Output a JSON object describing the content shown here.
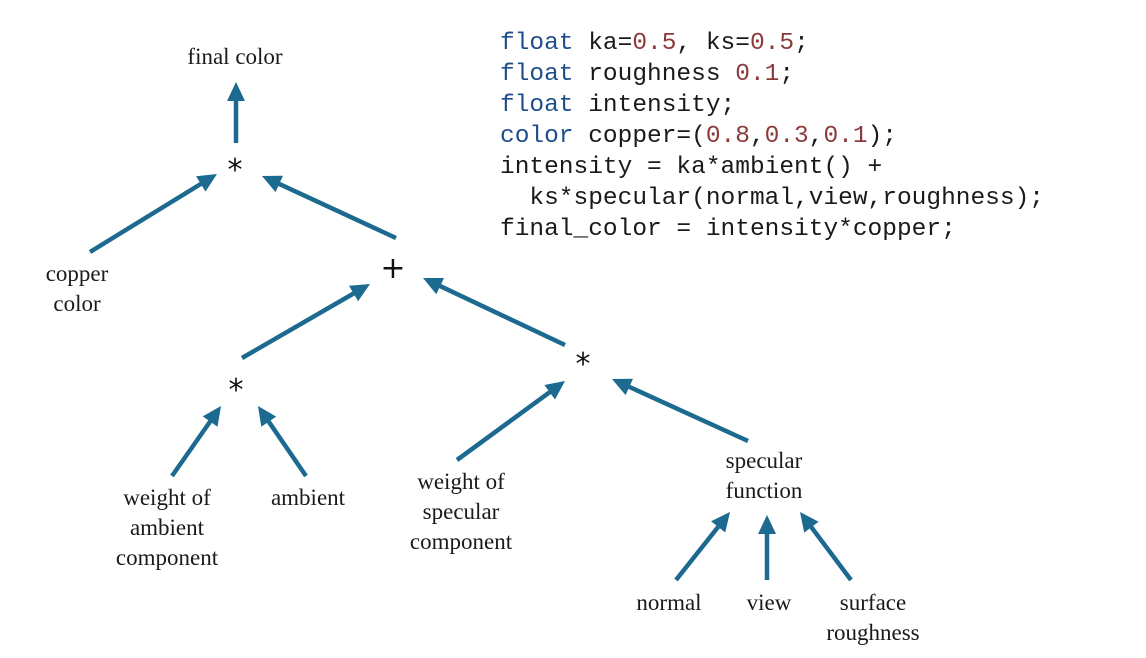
{
  "colors": {
    "arrow": "#1c6a8f",
    "keyword": "#1f4e8c",
    "number": "#8b3a3a",
    "text": "#1a1a1a"
  },
  "tree": {
    "final_color": "final color",
    "copper_color": "copper\ncolor",
    "op_top": "*",
    "op_plus": "+",
    "op_ambient": "*",
    "op_specular": "*",
    "weight_ambient": "weight of\nambient\ncomponent",
    "ambient": "ambient",
    "weight_specular": "weight of\nspecular\ncomponent",
    "specular_function": "specular\nfunction",
    "normal": "normal",
    "view": "view",
    "surface_roughness": "surface\nroughness"
  },
  "code": [
    [
      {
        "t": "float",
        "k": "kw"
      },
      {
        "t": " ka=",
        "k": "tx"
      },
      {
        "t": "0.5",
        "k": "num"
      },
      {
        "t": ", ks=",
        "k": "tx"
      },
      {
        "t": "0.5",
        "k": "num"
      },
      {
        "t": ";",
        "k": "tx"
      }
    ],
    [
      {
        "t": "float",
        "k": "kw"
      },
      {
        "t": " roughness ",
        "k": "tx"
      },
      {
        "t": "0.1",
        "k": "num"
      },
      {
        "t": ";",
        "k": "tx"
      }
    ],
    [
      {
        "t": "float",
        "k": "kw"
      },
      {
        "t": " intensity;",
        "k": "tx"
      }
    ],
    [
      {
        "t": "color",
        "k": "kw"
      },
      {
        "t": " copper=(",
        "k": "tx"
      },
      {
        "t": "0.8",
        "k": "num"
      },
      {
        "t": ",",
        "k": "tx"
      },
      {
        "t": "0.3",
        "k": "num"
      },
      {
        "t": ",",
        "k": "tx"
      },
      {
        "t": "0.1",
        "k": "num"
      },
      {
        "t": ");",
        "k": "tx"
      }
    ],
    [
      {
        "t": "intensity = ka*ambient() +",
        "k": "tx"
      }
    ],
    [
      {
        "t": "  ks*specular(normal,view,roughness);",
        "k": "tx"
      }
    ],
    [
      {
        "t": "final_color = intensity*copper;",
        "k": "tx"
      }
    ]
  ]
}
